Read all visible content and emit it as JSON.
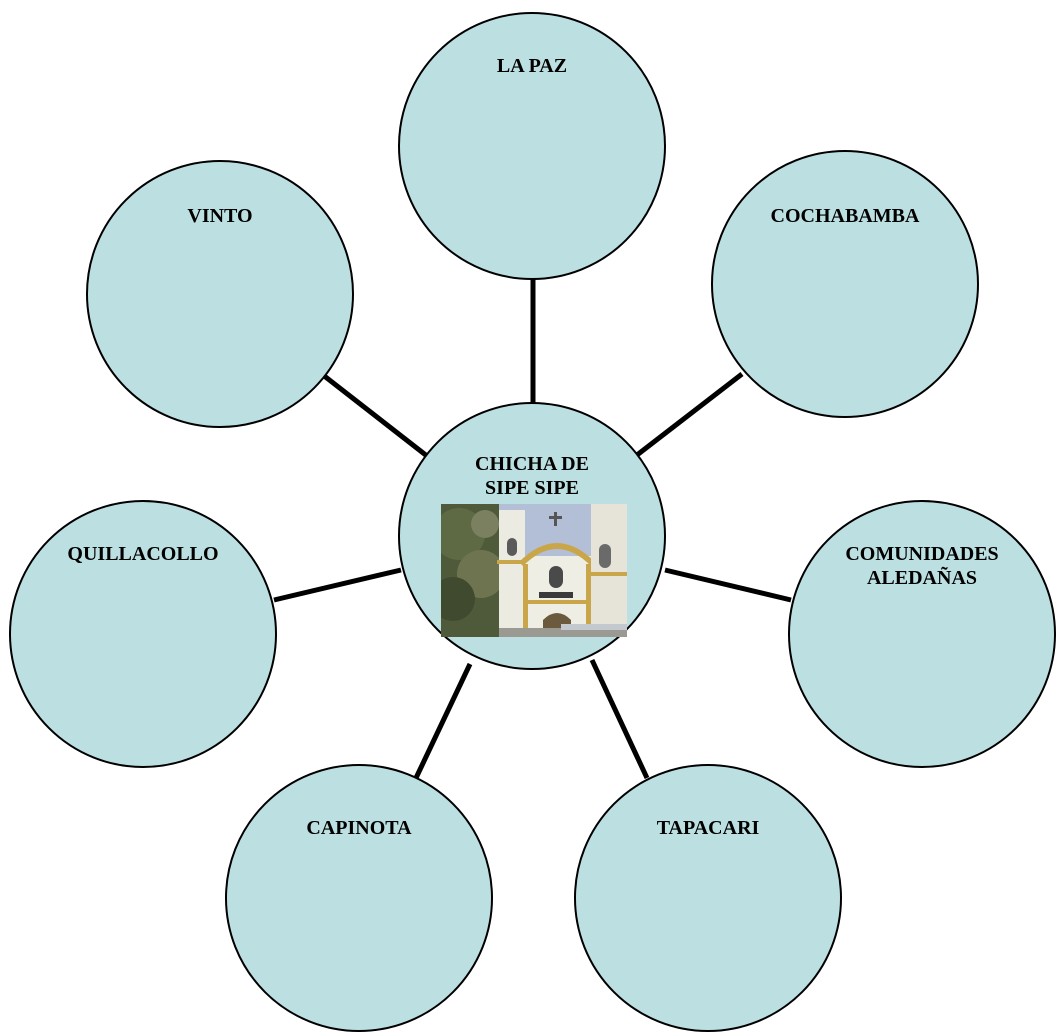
{
  "diagram": {
    "center": {
      "label": "CHICHA DE\nSIPE SIPE",
      "photo": "church-facade-photo"
    },
    "nodes": [
      {
        "id": "la-paz",
        "label": "LA PAZ"
      },
      {
        "id": "cochabamba",
        "label": "COCHABAMBA"
      },
      {
        "id": "comunidades-aledanas",
        "label": "COMUNIDADES\nALEDAÑAS"
      },
      {
        "id": "tapacari",
        "label": "TAPACARI"
      },
      {
        "id": "capinota",
        "label": "CAPINOTA"
      },
      {
        "id": "quillacollo",
        "label": "QUILLACOLLO"
      },
      {
        "id": "vinto",
        "label": "VINTO"
      }
    ]
  },
  "colors": {
    "fill": "#bce0e2",
    "stroke": "#000000"
  }
}
